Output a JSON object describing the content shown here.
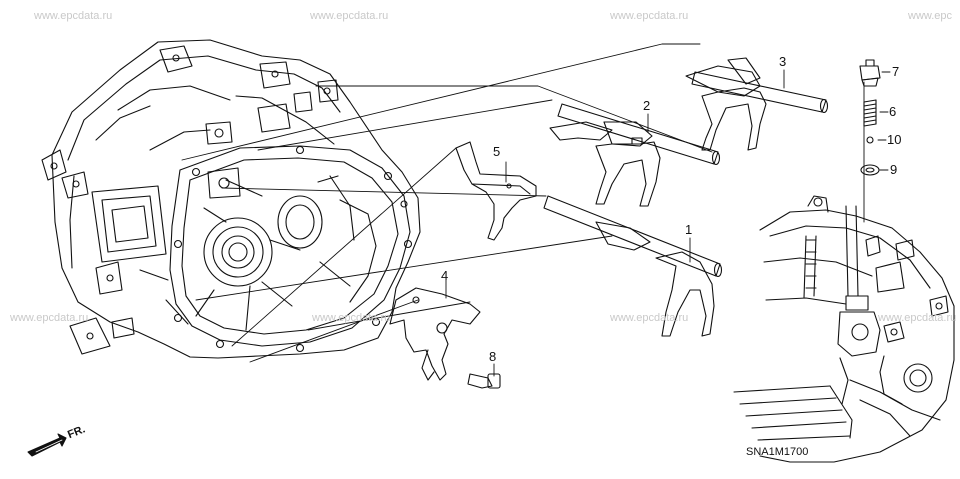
{
  "watermarks": {
    "top": [
      "www.epcdata.ru",
      "www.epcdata.ru",
      "www.epcdata.ru",
      "www.epc"
    ],
    "middle": [
      "www.epcdata.ru",
      "www.epcdata.ru",
      "www.epcdata.ru",
      "www.epcdata.ru"
    ]
  },
  "callouts": {
    "part_1": "1",
    "part_2": "2",
    "part_3": "3",
    "part_4": "4",
    "part_5": "5",
    "part_6": "6",
    "part_7": "7",
    "part_8": "8",
    "part_9": "9",
    "part_10": "10"
  },
  "orientation": {
    "front_label": "FR."
  },
  "diagram_code": "SNA1M1700",
  "colors": {
    "line": "#111111",
    "watermark": "#c9c9c9",
    "background": "#ffffff"
  }
}
